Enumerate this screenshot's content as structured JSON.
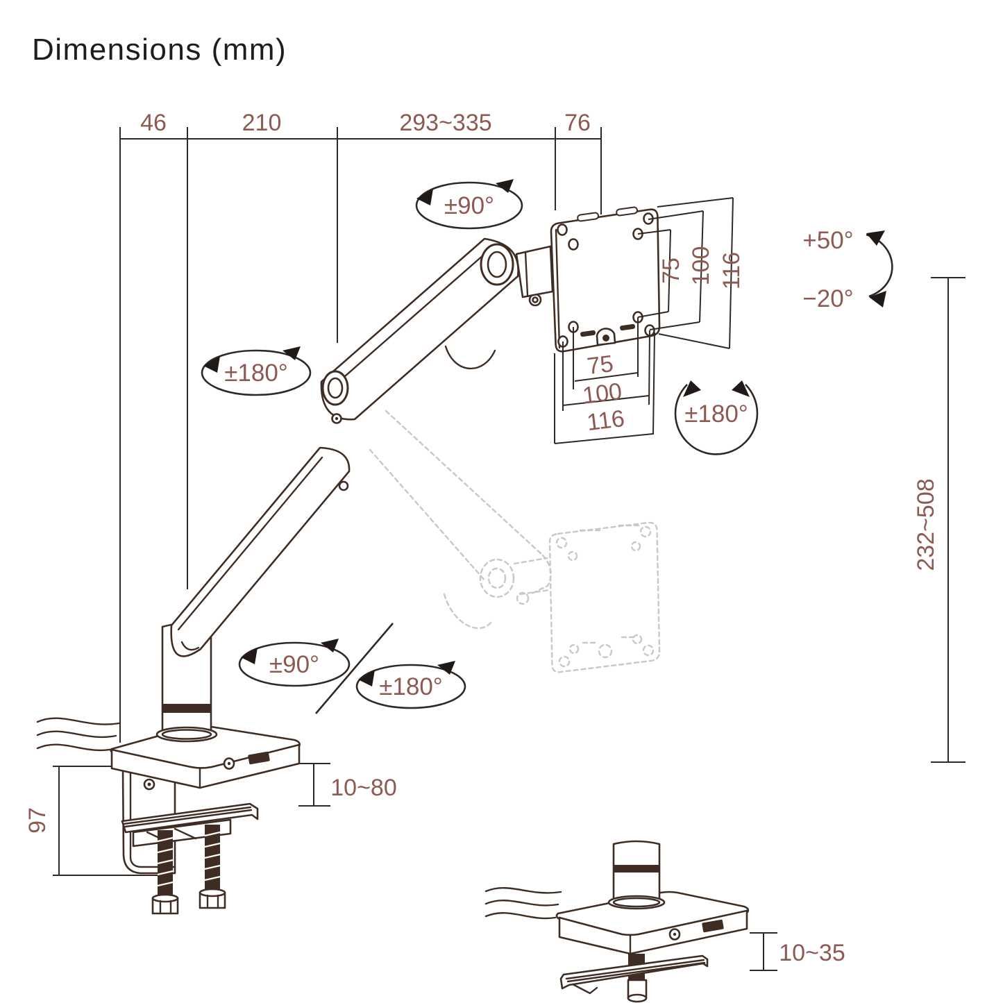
{
  "title": "Dimensions (mm)",
  "colors": {
    "label": "#8d5a52",
    "drawing_line": "#3f2d24",
    "dimension_line": "#2f2823",
    "ghost_line": "#c8c8c8",
    "background": "#ffffff"
  },
  "top_dimensions": {
    "segment1": "46",
    "segment2": "210",
    "segment3": "293~335",
    "segment4": "76"
  },
  "rotation_labels": {
    "head_swivel": "±90°",
    "upper_arm_swivel": "±180°",
    "vesa_rotation": "±180°",
    "base_arm_swivel": "±90°",
    "pole_rotation": "±180°"
  },
  "tilt_labels": {
    "up": "+50°",
    "down": "−20°"
  },
  "vesa_dimensions": {
    "vertical": {
      "d75": "75",
      "d100": "100",
      "d116": "116"
    },
    "horizontal": {
      "d75": "75",
      "d100": "100",
      "d116": "116"
    }
  },
  "height_range": "232~508",
  "clamp_dimensions": {
    "bracket_height": "97",
    "desk_thickness": "10~80"
  },
  "grommet_dimensions": {
    "desk_thickness": "10~35"
  }
}
